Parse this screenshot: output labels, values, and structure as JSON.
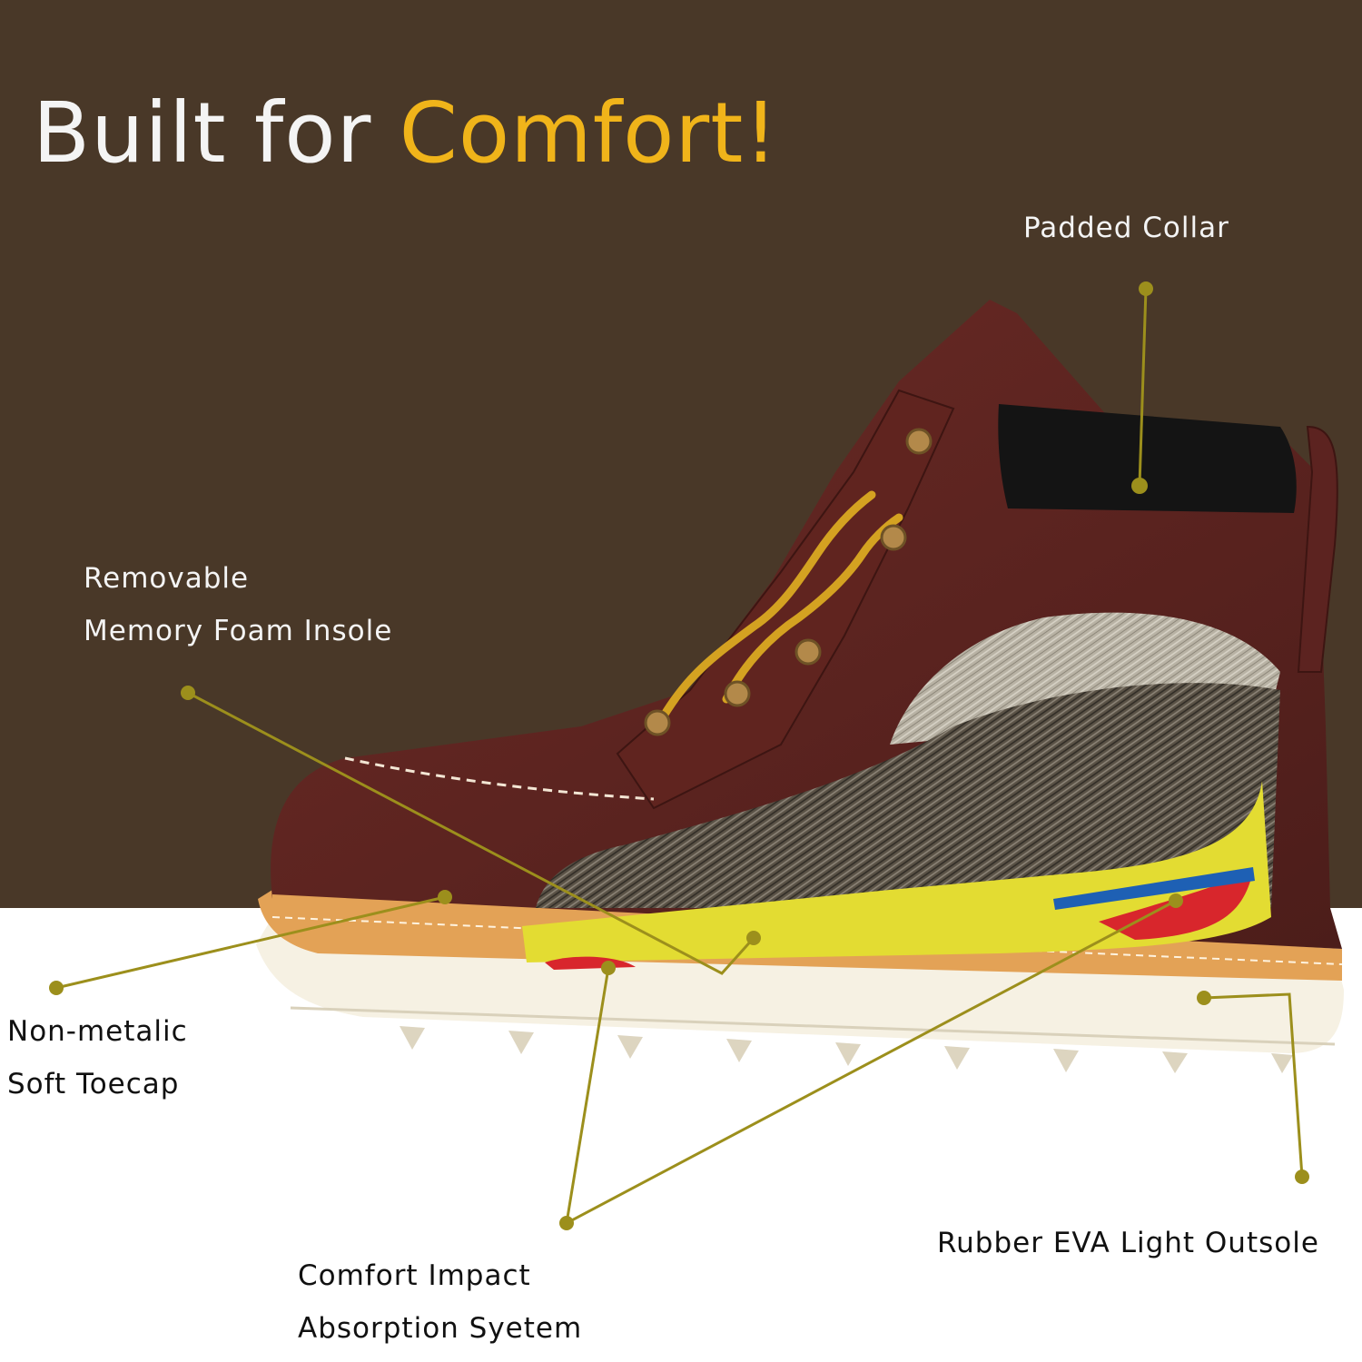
{
  "headline": {
    "part1": "Built for ",
    "part2": "Comfort!"
  },
  "colors": {
    "background_top": "#493828",
    "background_bottom": "#ffffff",
    "headline_white": "#f4f4f4",
    "headline_accent": "#f0b41a",
    "callout_line": "#9c8f1c",
    "leather": "#5c2320",
    "collar_pad": "#141414",
    "lace": "#d4a221",
    "sole_white": "#f6f1e3",
    "welt": "#e3a256",
    "midsole_yellow": "#e3dc32",
    "cushion_red": "#d8262c",
    "cushion_blue": "#1e60b4"
  },
  "callouts": {
    "padded_collar": "Padded Collar",
    "insole_line1": "Removable",
    "insole_line2": "Memory Foam Insole",
    "toecap_line1": "Non-metalic",
    "toecap_line2": "Soft Toecap",
    "absorption_line1": "Comfort Impact",
    "absorption_line2": "Absorption Syetem",
    "outsole": "Rubber EVA Light Outsole"
  },
  "icons": {
    "boot": "work-boot-cutaway-illustration",
    "callout_dot": "filled-circle"
  }
}
